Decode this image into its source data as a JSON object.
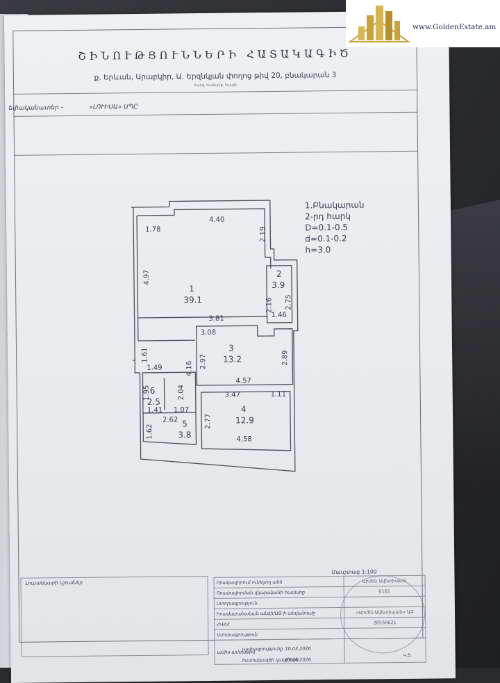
{
  "document": {
    "title": "ՇԻՆՈՒԹՅՈՒՆՆԵՐԻ ՀԱՏԱԿԱԳԻԾ",
    "address": "ք. Երևան, Արաբկիր, Ա. Երզնկյան փողոց թիվ 20, բնակարան 3",
    "address_note": "Մարզ, համայնք, հասցե",
    "owner_label": "եփականատեր -",
    "owner_value": "«ԼՈՒԻՍԱ» ՍՊԸ"
  },
  "plan_meta": {
    "unit": "1.Բնակարան",
    "floor": "2-րդ հարկ",
    "D": "D=0.1-0.5",
    "d": "d=0.1-0.2",
    "h": "h=3.0"
  },
  "rooms": [
    {
      "number": "1",
      "area": "39.1"
    },
    {
      "number": "2",
      "area": "3.9"
    },
    {
      "number": "3",
      "area": "13.2"
    },
    {
      "number": "4",
      "area": "12.9"
    },
    {
      "number": "5",
      "area": "3.8"
    },
    {
      "number": "6",
      "area": "2.5"
    }
  ],
  "dimensions": {
    "d_440": "4.40",
    "d_178": "1.78",
    "d_219": "2.19",
    "d_497": "4.97",
    "d_216": "2.16",
    "d_275": "2.75",
    "d_381": "3.81",
    "d_146": "1.46",
    "d_308": "3.08",
    "d_161": "1.61",
    "d_149": "1.49",
    "d_297": "2.97",
    "d_289": "2.89",
    "d_416": "4.16",
    "d_457": "4.57",
    "d_195": "1.95",
    "d_204": "2.04",
    "d_347": "3.47",
    "d_111": "1.11",
    "d_141": "1.41",
    "d_107": "1.07",
    "d_262": "2.62",
    "d_277": "2.77",
    "d_162": "1.62",
    "d_458": "4.58"
  },
  "footer": {
    "signature_label": "Լուսանկարի  նշումներ",
    "scale": "Մասշտաբ 1:100",
    "rows": [
      {
        "label": "Որակավորում ունեցող անձ",
        "value": "Արմեն Ավետիսյան"
      },
      {
        "label": "Որակավորման վկայականի համարը",
        "value": "0161"
      },
      {
        "label": "Ստորագրություն",
        "value": ""
      },
      {
        "label": "Իրավաբանական անձի/ԱՁ-ի անվանումը",
        "value": "«Արմեն Ավետիսյան» ԱՁ"
      },
      {
        "label": "ՀՎՀՀ",
        "value": "28556621"
      },
      {
        "label": "Ստորագրություն",
        "value": ""
      }
    ],
    "date_block_label": "ամիս ամսաթիվ",
    "measured_label": "չափագրությունը",
    "measured_date": "10.03.2026",
    "drawn_label": "հատակագծի կազմման",
    "drawn_date": "03.06.2026",
    "initials": "Կ.Տ."
  },
  "logo": {
    "text": "www.GoldenEstate.am",
    "color_gold": "#c9a23a",
    "color_navy": "#1d2a4a"
  }
}
